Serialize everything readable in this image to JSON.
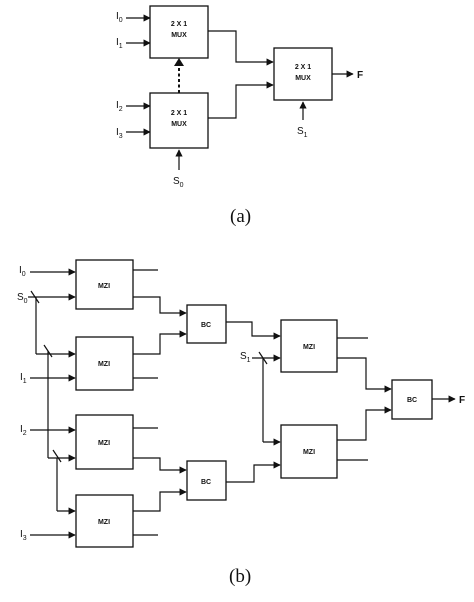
{
  "part_a": {
    "caption": "(a)",
    "mux_label_line1": "2 X 1",
    "mux_label_line2": "MUX",
    "inputs": [
      "I",
      "I",
      "I",
      "I"
    ],
    "input_subs": [
      "0",
      "1",
      "2",
      "3"
    ],
    "select_0": "S",
    "select_0_sub": "0",
    "select_1": "S",
    "select_1_sub": "1",
    "output": "F"
  },
  "part_b": {
    "caption": "(b)",
    "mzi_label": "MZI",
    "bc_label": "BC",
    "inputs": [
      "I",
      "I",
      "I",
      "I"
    ],
    "input_subs": [
      "0",
      "1",
      "2",
      "3"
    ],
    "select_0": "S",
    "select_0_sub": "0",
    "select_1": "S",
    "select_1_sub": "1",
    "output": "F"
  }
}
